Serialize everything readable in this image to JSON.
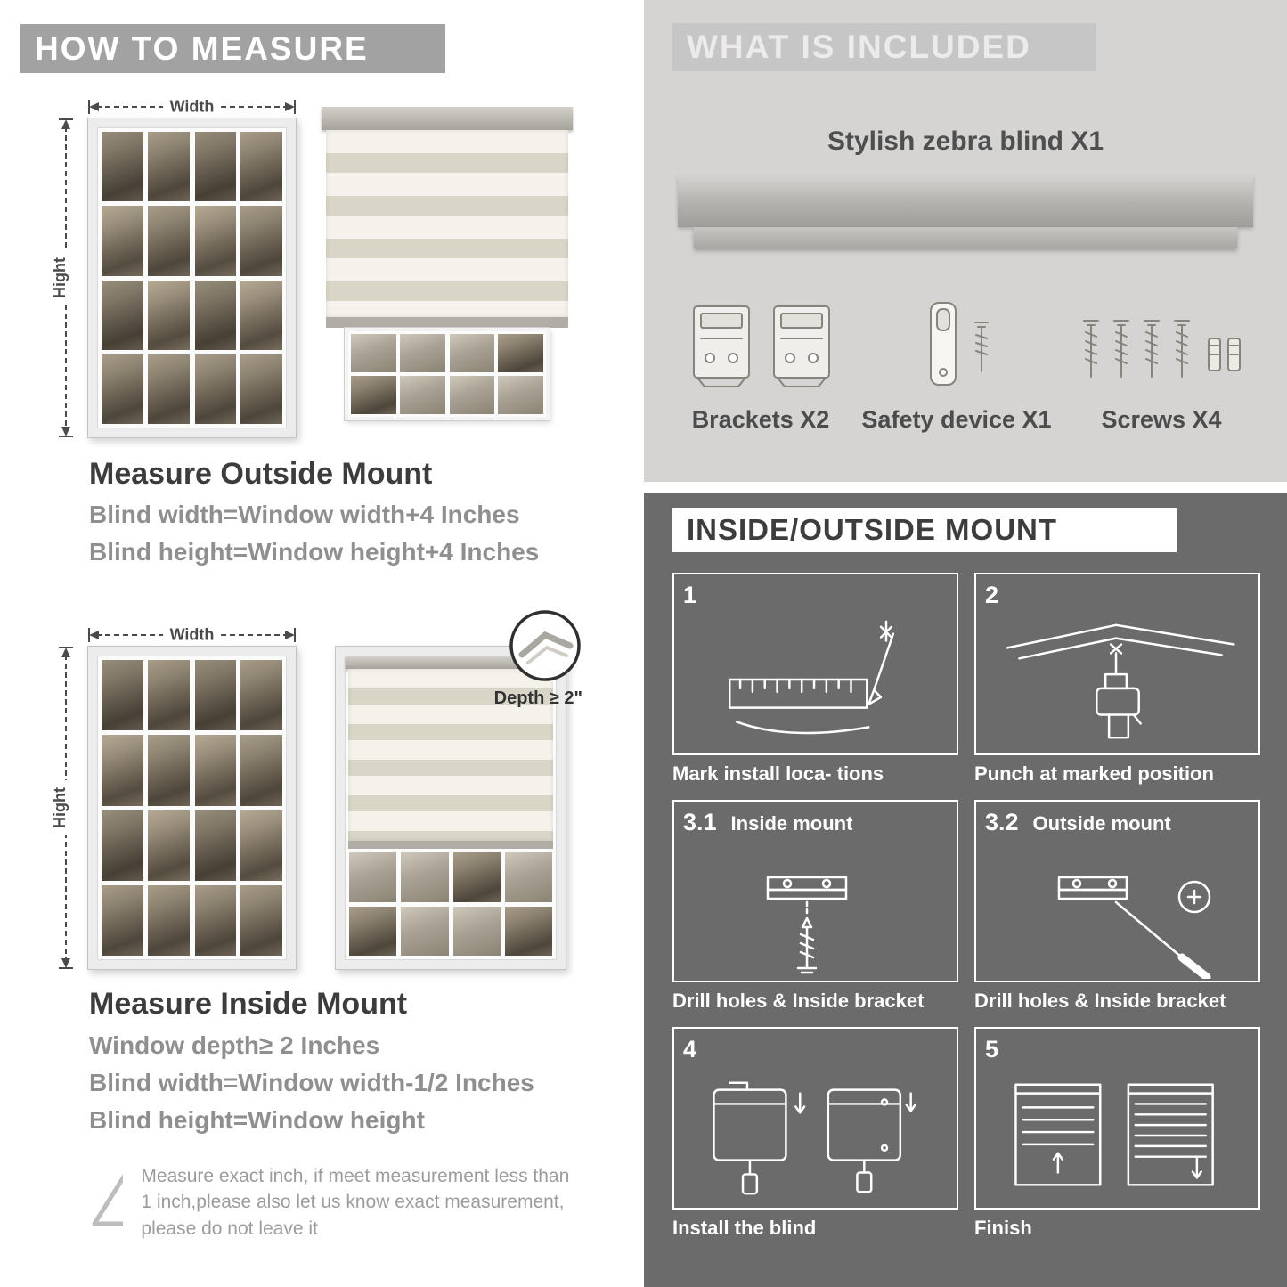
{
  "colors": {
    "left_header_bg": "#a2a2a2",
    "included_panel_bg": "#d5d4d2",
    "included_header_bg": "#c6c6c6",
    "mount_panel_bg": "#6b6b6b",
    "title_text": "#3c3c3c",
    "gray_text": "#8f8f8f"
  },
  "left": {
    "header": "HOW TO MEASURE",
    "outside": {
      "width_label": "Width",
      "height_label": "Hight",
      "title": "Measure Outside Mount",
      "line1": "Blind width=Window width+4 Inches",
      "line2": "Blind height=Window height+4 Inches"
    },
    "inside": {
      "width_label": "Width",
      "height_label": "Hight",
      "depth_label": "Depth ≥ 2\"",
      "title": "Measure Inside Mount",
      "line1": "Window depth≥ 2 Inches",
      "line2": "Blind width=Window width-1/2 Inches",
      "line3": "Blind height=Window height"
    },
    "note": "Measure exact inch, if meet measurement less than 1 inch,please also let us know exact measurement, please do not leave it"
  },
  "right_top": {
    "header": "WHAT IS INCLUDED",
    "product": "Stylish zebra blind X1",
    "items": [
      {
        "label": "Brackets X2",
        "icon": "brackets-icon"
      },
      {
        "label": "Safety device X1",
        "icon": "safety-device-icon"
      },
      {
        "label": "Screws X4",
        "icon": "screws-icon"
      }
    ]
  },
  "right_bottom": {
    "header": "INSIDE/OUTSIDE MOUNT",
    "steps": [
      {
        "num": "1",
        "caption": "Mark install loca- tions"
      },
      {
        "num": "2",
        "caption": "Punch at  marked position"
      },
      {
        "num": "3.1",
        "label": "Inside mount",
        "caption": "Drill holes &  Inside bracket"
      },
      {
        "num": "3.2",
        "label": "Outside mount",
        "caption": "Drill holes &  Inside bracket"
      },
      {
        "num": "4",
        "caption": "Install the blind"
      },
      {
        "num": "5",
        "caption": "Finish"
      }
    ]
  }
}
